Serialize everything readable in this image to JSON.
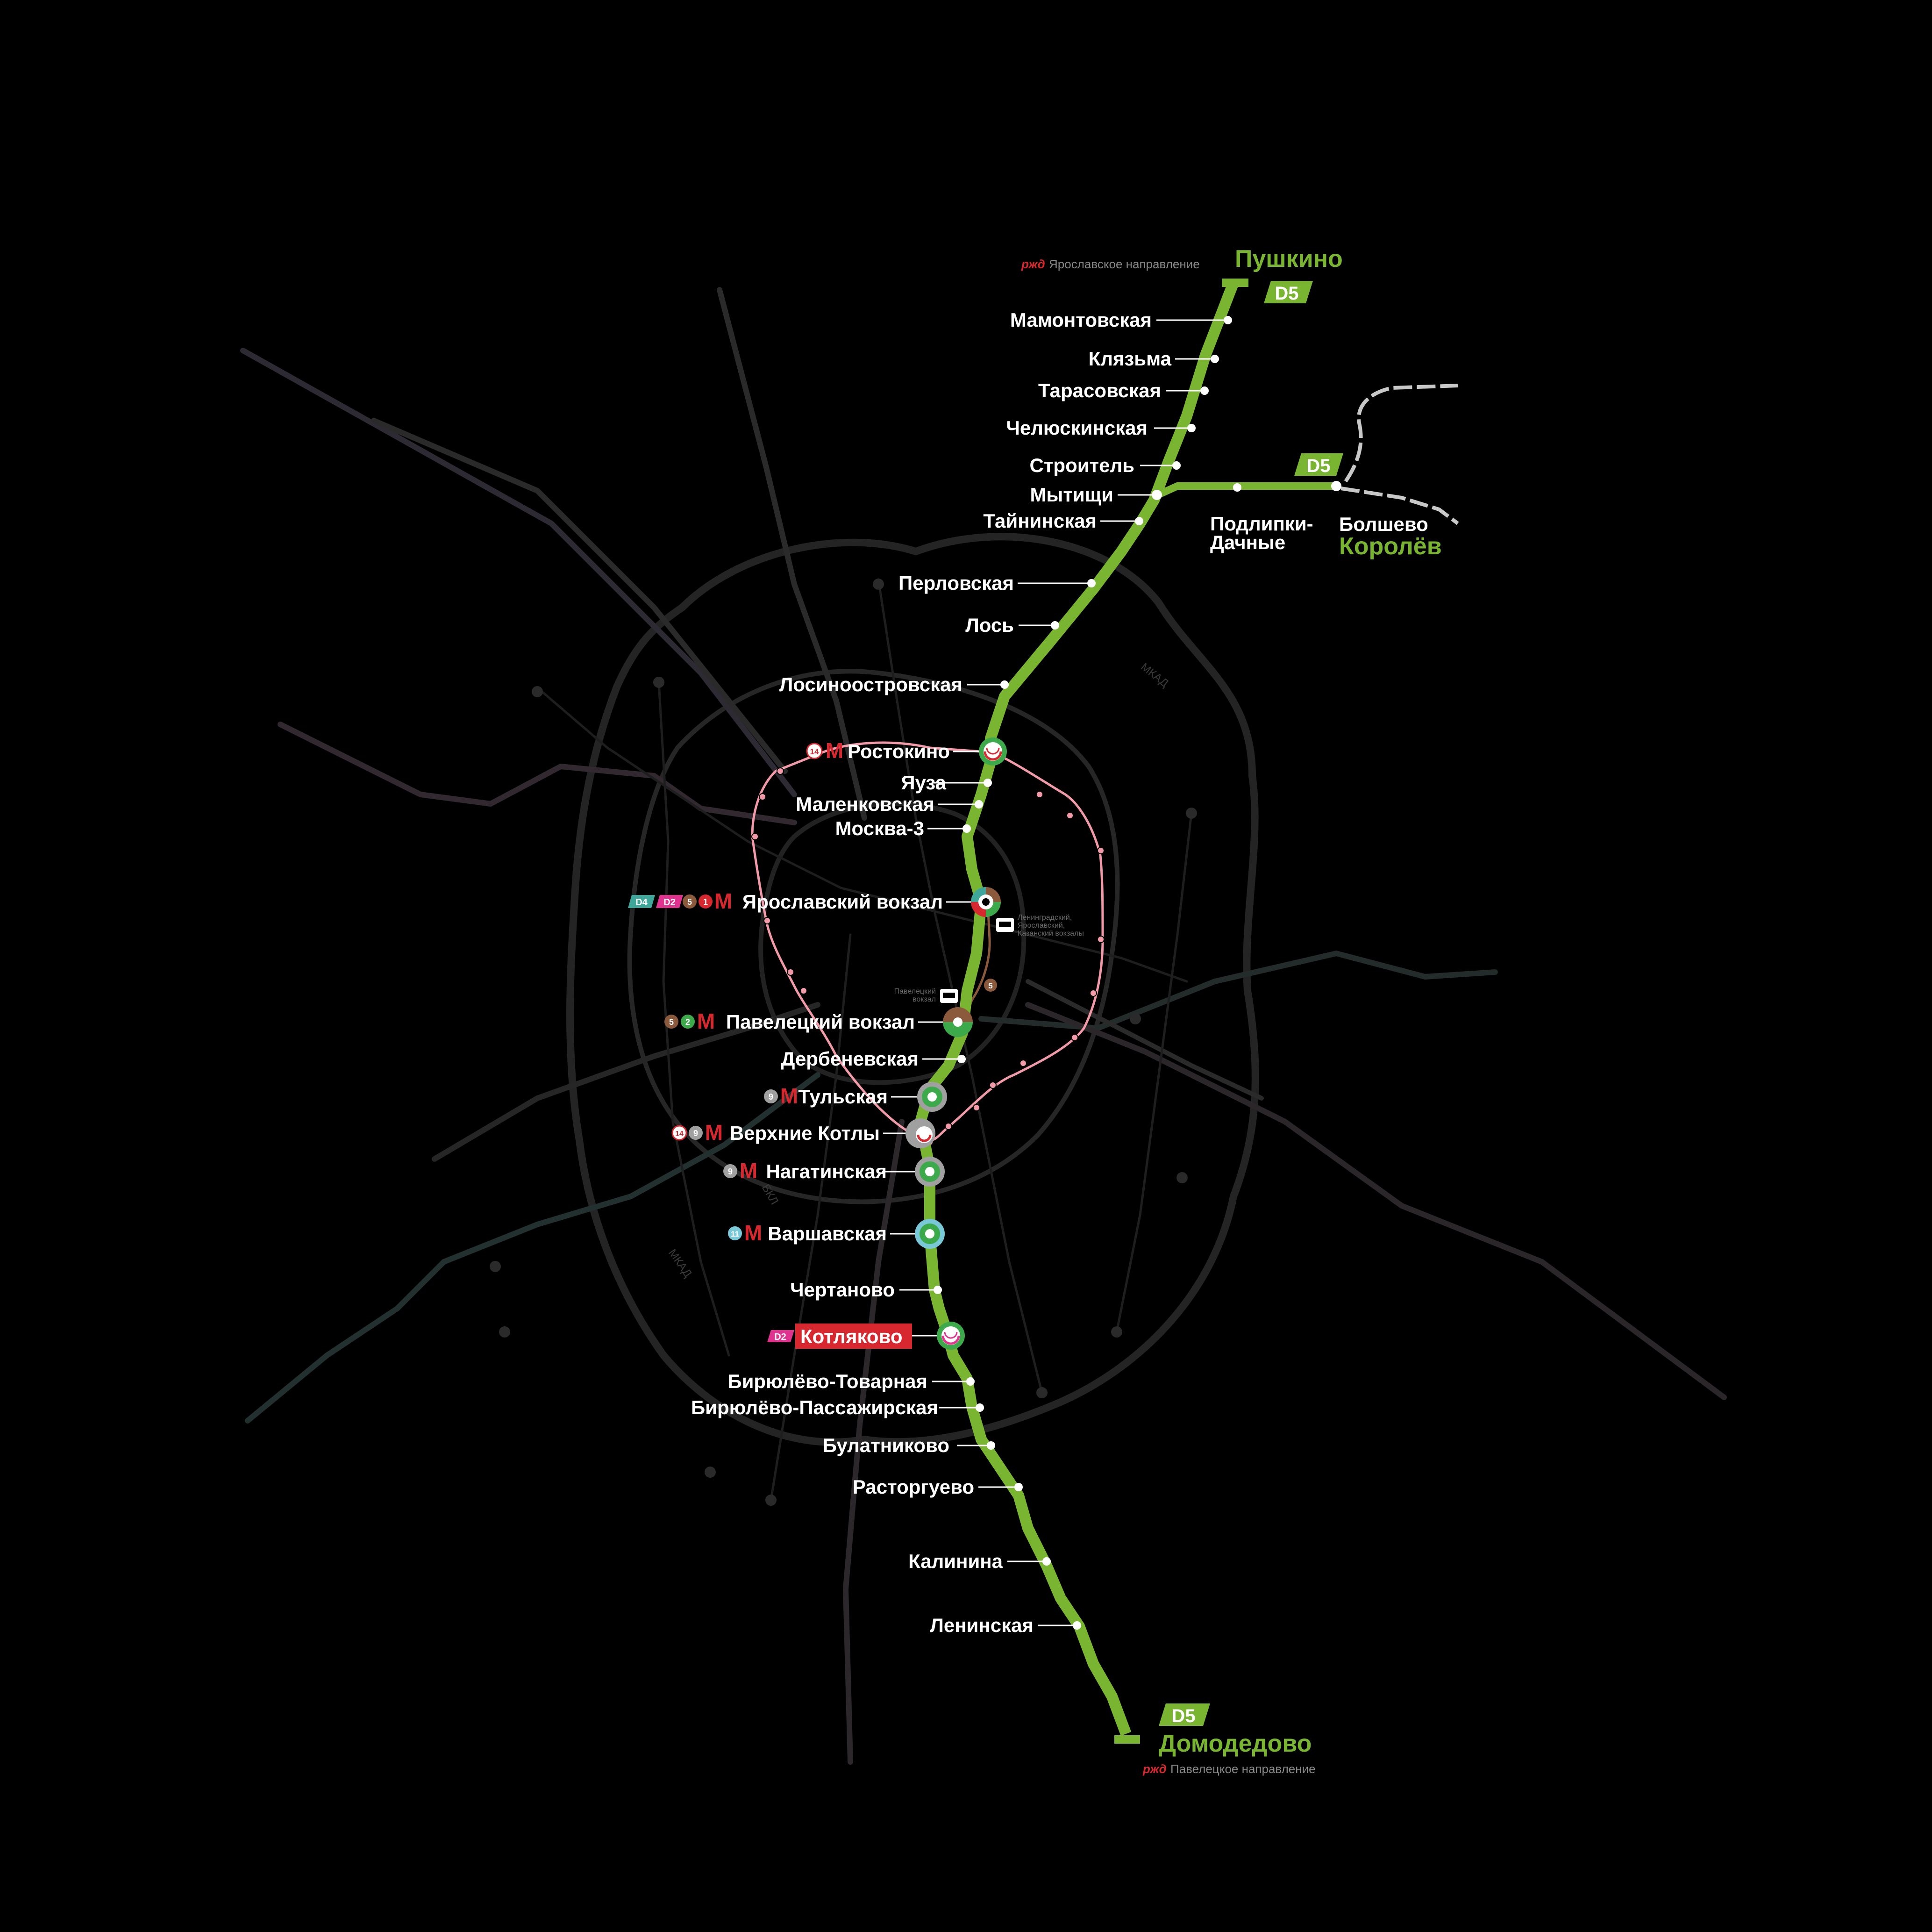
{
  "colors": {
    "d5_green": "#7ab531",
    "background": "#000000",
    "station_text": "#ffffff",
    "mcc_pink": "#f29aa8",
    "metro_red": "#d7282f",
    "d2_pink": "#e0338f",
    "d4_teal": "#3fa69a",
    "line5_brown": "#8b5a3c",
    "line2_green": "#3ca94a",
    "line9_grey": "#a0a0a0",
    "line11_blue": "#79c8d8",
    "line14_mcc": "#ffffff",
    "background_lines": "#2b2b2b"
  },
  "route": {
    "line_badge": "D5",
    "north_terminal": "Пушкино",
    "north_direction": "Ярославское направление",
    "branch_terminal": "Королёв",
    "south_terminal": "Домодедово",
    "south_direction": "Павелецкое направление"
  },
  "stations": [
    {
      "name": "Мамонтовская"
    },
    {
      "name": "Клязьма"
    },
    {
      "name": "Тарасовская"
    },
    {
      "name": "Челюскинская"
    },
    {
      "name": "Строитель"
    },
    {
      "name": "Мытищи"
    },
    {
      "name": "Тайнинская"
    },
    {
      "name": "Перловская"
    },
    {
      "name": "Лось"
    },
    {
      "name": "Лосиноостровская"
    },
    {
      "name": "Ростокино"
    },
    {
      "name": "Яуза"
    },
    {
      "name": "Маленковская"
    },
    {
      "name": "Москва-3"
    },
    {
      "name": "Ярославский вокзал"
    },
    {
      "name": "Павелецкий вокзал"
    },
    {
      "name": "Дербеневская"
    },
    {
      "name": "Тульская"
    },
    {
      "name": "Верхние Котлы"
    },
    {
      "name": "Нагатинская"
    },
    {
      "name": "Варшавская"
    },
    {
      "name": "Чертаново"
    },
    {
      "name": "Котляково"
    },
    {
      "name": "Бирюлёво-Товарная"
    },
    {
      "name": "Бирюлёво-Пассажирская"
    },
    {
      "name": "Булатниково"
    },
    {
      "name": "Расторгуево"
    },
    {
      "name": "Калинина"
    },
    {
      "name": "Ленинская"
    }
  ],
  "branch_stations": [
    {
      "name": "Подлипки-"
    },
    {
      "name": "Дачные"
    },
    {
      "name": "Болшево"
    }
  ],
  "transfers": {
    "rostokino": [
      "14",
      "М"
    ],
    "yaroslavsky": [
      "D4",
      "D2",
      "5",
      "1",
      "М"
    ],
    "paveletsky": [
      "5",
      "2",
      "М"
    ],
    "tulskaya": [
      "9",
      "М"
    ],
    "verkhnie_kotly": [
      "14",
      "9",
      "М"
    ],
    "nagatinskaya": [
      "9",
      "М"
    ],
    "varshavskaya": [
      "11",
      "М"
    ],
    "kotlyakovo": [
      "D2"
    ],
    "line5_marker": "5"
  },
  "rail_terminals": {
    "komsomolskaya": [
      "Ленинградский,",
      "Ярославский,",
      "Казанский вокзалы"
    ],
    "paveletsky": [
      "Павелецкий",
      "вокзал"
    ]
  },
  "background_labels": {
    "mkad_ne": "МКАД",
    "mkad_sw": "МКАД",
    "bkl": "БКЛ"
  }
}
